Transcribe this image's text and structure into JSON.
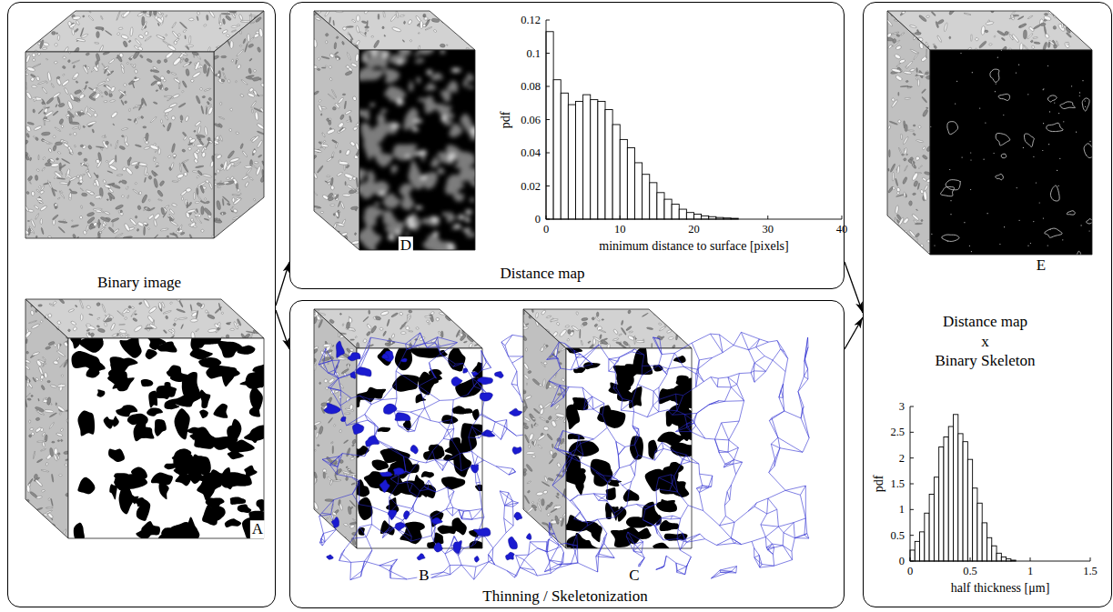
{
  "diagram": {
    "nodes": [
      {
        "text": [
          "Binary image"
        ]
      },
      {
        "text": [
          "Distance map"
        ]
      },
      {
        "text": [
          "Thinning / Skeletonization"
        ]
      },
      {
        "text": [
          "Distance map",
          "x",
          "Binary Skeleton"
        ]
      }
    ],
    "edges": [
      {
        "from": 0,
        "to": 1,
        "arrow": "to"
      },
      {
        "from": 0,
        "to": 2,
        "arrow": "to"
      },
      {
        "from": 1,
        "to": 3,
        "arrow": "to"
      },
      {
        "from": 2,
        "to": 3,
        "arrow": "to"
      }
    ],
    "labels": [
      "A",
      "D",
      "B",
      "C",
      "E",
      "0",
      "0.02",
      "0.04",
      "0.06",
      "0.08",
      "0.1",
      "0.12",
      "0",
      "10",
      "20",
      "30",
      "40",
      "pdf",
      "minimum distance to surface [pixels]",
      "0",
      "0.5",
      "1",
      "1.5",
      "2",
      "2.5",
      "3",
      "0",
      "0.5",
      "1",
      "1.5",
      "pdf",
      "half thickness [μm]"
    ]
  }
}
